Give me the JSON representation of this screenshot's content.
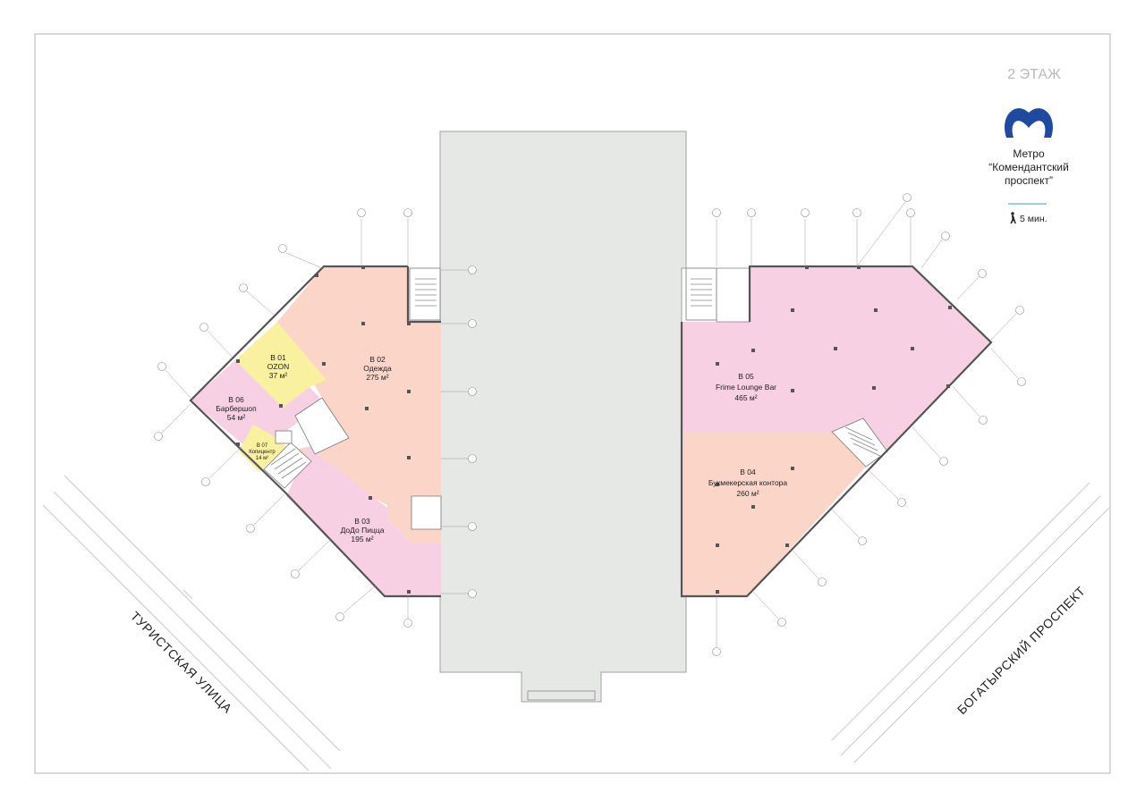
{
  "floor_title": "2 ЭТАЖ",
  "metro": {
    "line1": "Метро",
    "line2": "“Комендантский",
    "line3": "проспект”",
    "walk_time": "5 мин."
  },
  "streets": {
    "left": "ТУРИСТСКАЯ УЛИЦА",
    "right": "БОГАТЫРСКИЙ ПРОСПЕКТ"
  },
  "units": [
    {
      "id": "unit-b01",
      "code": "B 01",
      "tenant": "OZON",
      "area": "37 м²",
      "color": "#f9f1a0"
    },
    {
      "id": "unit-b02",
      "code": "B 02",
      "tenant": "Одежда",
      "area": "275 м²",
      "color": "#fbd5c8"
    },
    {
      "id": "unit-b03",
      "code": "B 03",
      "tenant": "ДоДо Пицца",
      "area": "195 м²",
      "color": "#f7d0e3"
    },
    {
      "id": "unit-b04",
      "code": "B 04",
      "tenant": "Букмекерская контора",
      "area": "260 м²",
      "color": "#fbd5c8"
    },
    {
      "id": "unit-b05",
      "code": "B 05",
      "tenant": "Frime Lounge Bar",
      "area": "465 м²",
      "color": "#f7d0e3"
    },
    {
      "id": "unit-b06",
      "code": "B 06",
      "tenant": "Барбершоп",
      "area": "54 м²",
      "color": "#f7d0e3"
    },
    {
      "id": "unit-b07",
      "code": "B 07",
      "tenant": "Копицентр",
      "area": "14 м²",
      "color": "#f9f1a0"
    }
  ],
  "colors": {
    "metro_logo": "#1f4aa0",
    "walk_arrow": "#3a9bd8",
    "gallery": "#e6e8e6"
  }
}
